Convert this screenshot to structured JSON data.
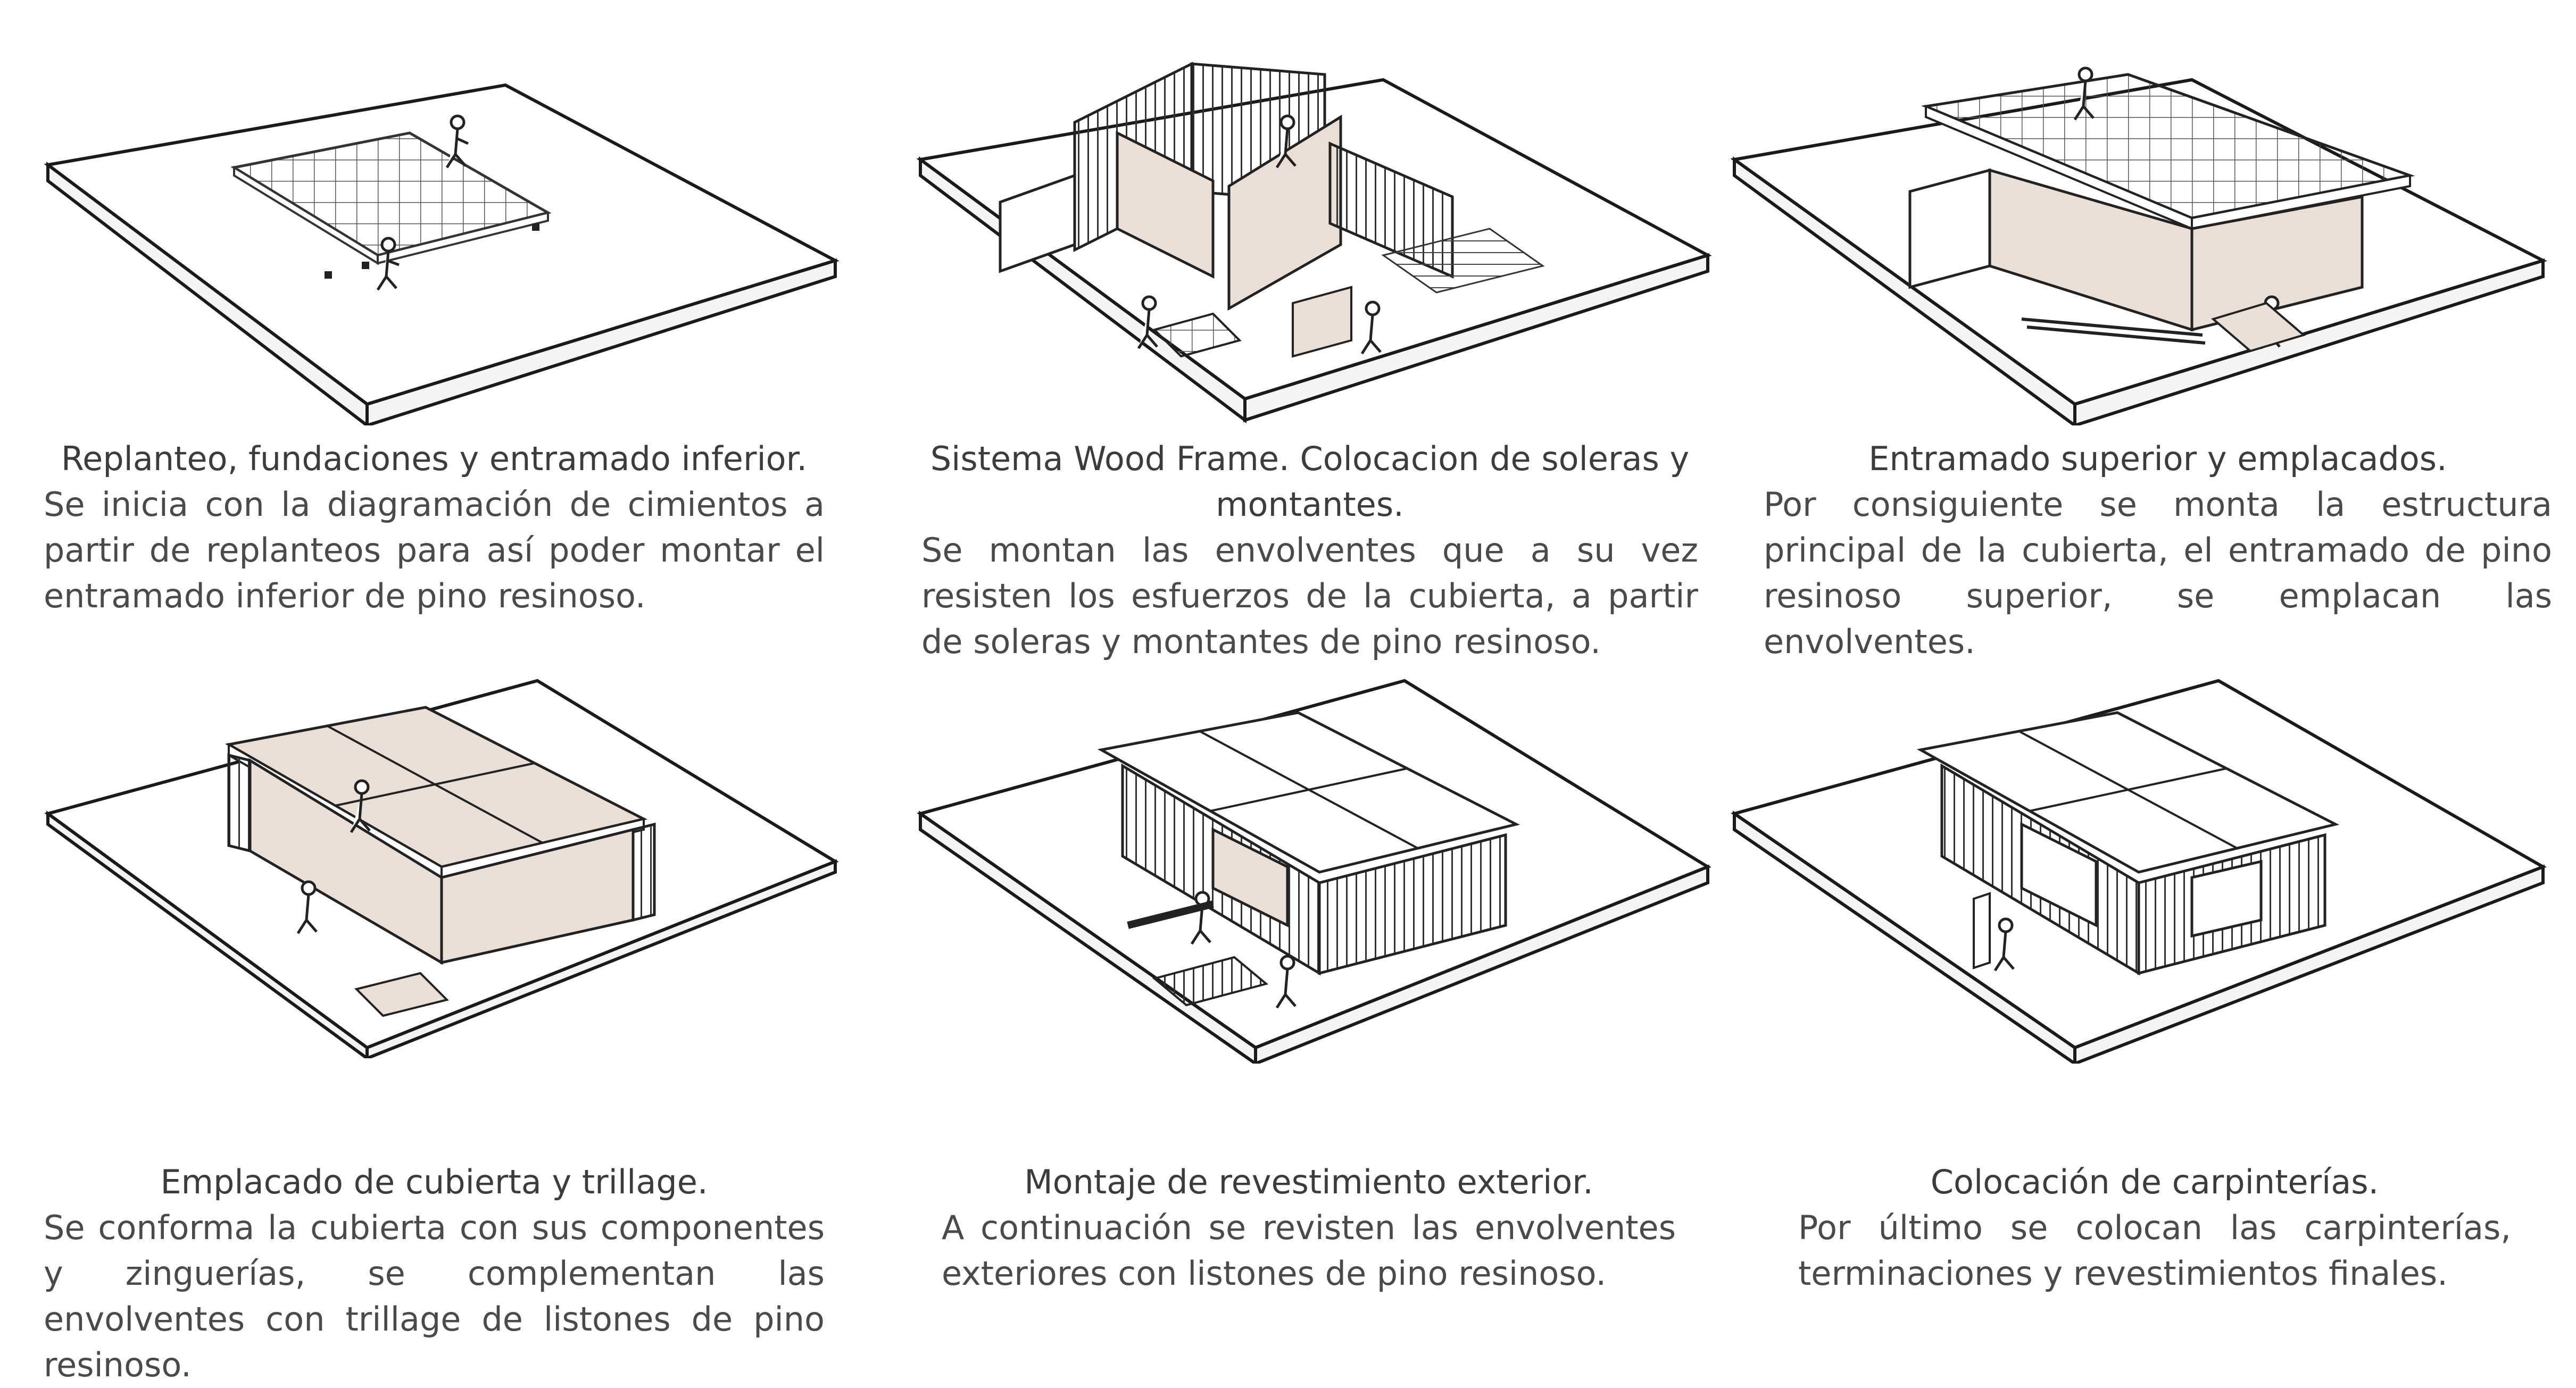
{
  "steps": [
    {
      "title": "Replanteo, fundaciones y entramado inferior.",
      "text": "Se inicia con la diagramación de cimientos a partir de replanteos para así poder montar el entramado inferior de pino resinoso."
    },
    {
      "title": "Sistema Wood Frame. Colocacion de soleras y montantes.",
      "text": "Se montan las envolventes que a su vez resisten los esfuerzos de la cubierta, a partir de soleras y montantes de pino resinoso."
    },
    {
      "title": "Entramado superior y emplacados.",
      "text": "Por consiguiente se monta la estructura principal de la cubierta, el entramado de pino resinoso superior, se emplacan las envolventes."
    },
    {
      "title": "Emplacado de cubierta y trillage.",
      "text": "Se conforma la cubierta con sus componentes y zinguerías, se complementan las envolventes con trillage de listones de pino resinoso."
    },
    {
      "title": "Montaje de revestimiento exterior.",
      "text": "A continuación se revisten las envolventes exteriores con listones de pino resinoso."
    },
    {
      "title": "Colocación de carpinterías.",
      "text": "Por último se colocan las carpinterías, terminaciones y revestimientos finales."
    }
  ],
  "colors": {
    "line": "#1a1a1a",
    "panel_fill": "#e9dfd6",
    "text": "#4a4a4a"
  }
}
